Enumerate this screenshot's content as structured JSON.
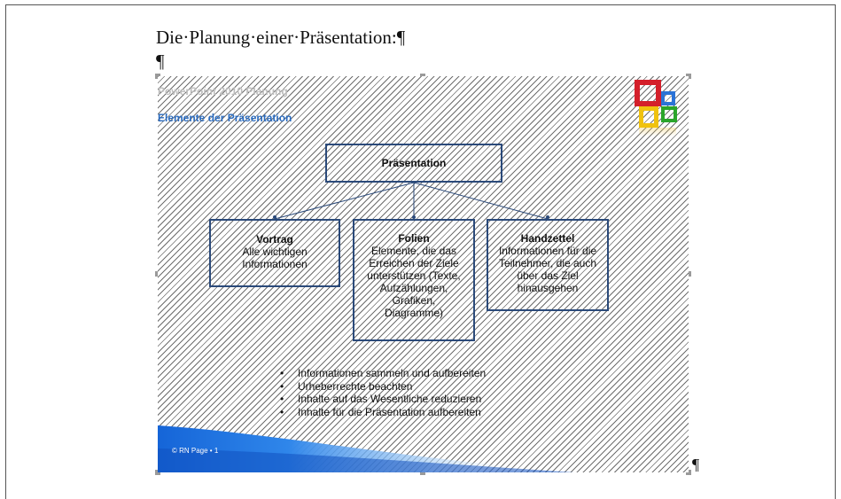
{
  "document": {
    "heading": "Die·Planung·einer·Präsentation:¶",
    "empty_paragraph_mark": "¶",
    "end_paragraph_mark": "¶"
  },
  "slide": {
    "small_title": "PowerPoint 2010 Planung",
    "title": "Elemente der Präsentation",
    "main_box": "Präsentation",
    "boxes": [
      {
        "title": "Vortrag",
        "lines": [
          "Alle wichtigen",
          "Informationen"
        ]
      },
      {
        "title": "Folien",
        "lines": [
          "Elemente, die das",
          "Erreichen der Ziele",
          "unterstützen (Texte,",
          "Aufzählungen,",
          "Grafiken,",
          "Diagramme)"
        ]
      },
      {
        "title": "Handzettel",
        "lines": [
          "Informationen für die",
          "Teilnehmer, die auch",
          "über das Ziel",
          "hinausgehen"
        ]
      }
    ],
    "bullets": [
      "Informationen sammeln und aufbereiten",
      "Urheberrechte beachten",
      "Inhalte auf das Wesentliche reduzieren",
      "Inhalte für die Präsentation aufbereiten"
    ],
    "footer": "© RN Page • 1"
  },
  "colors": {
    "box_border": "#2b4a7a",
    "title_blue": "#2a6bbf",
    "hatch": "#6e6e6e",
    "logo_red": "#d41f2a",
    "logo_blue": "#2b73d6",
    "logo_yellow": "#f0c20e",
    "logo_green": "#2aa52a"
  }
}
